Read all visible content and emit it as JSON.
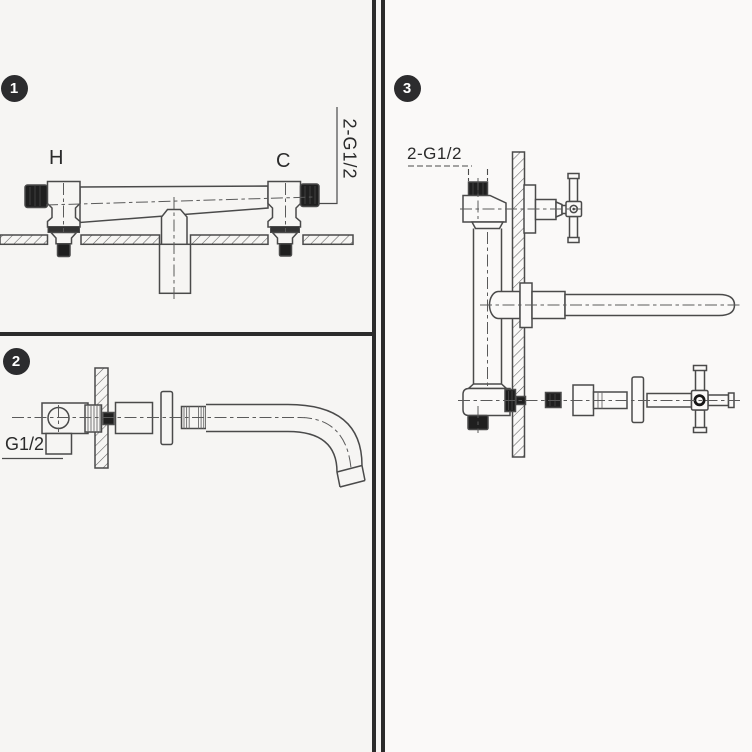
{
  "colors": {
    "background_left": "#f6f5f3",
    "background_right": "#faf9f8",
    "line": "#4a4a4a",
    "black_part": "#1f1f1f",
    "divider": "#2b2b2b",
    "badge_background": "#2c2c2e",
    "badge_text": "#ffffff",
    "label_text": "#2b2b2b"
  },
  "panels": [
    {
      "number": "1",
      "hot_label": "H",
      "cold_label": "C",
      "thread_callout": "2-G1/2"
    },
    {
      "number": "2",
      "thread_callout": "G1/2"
    },
    {
      "number": "3",
      "thread_callout": "2-G1/2"
    }
  ]
}
